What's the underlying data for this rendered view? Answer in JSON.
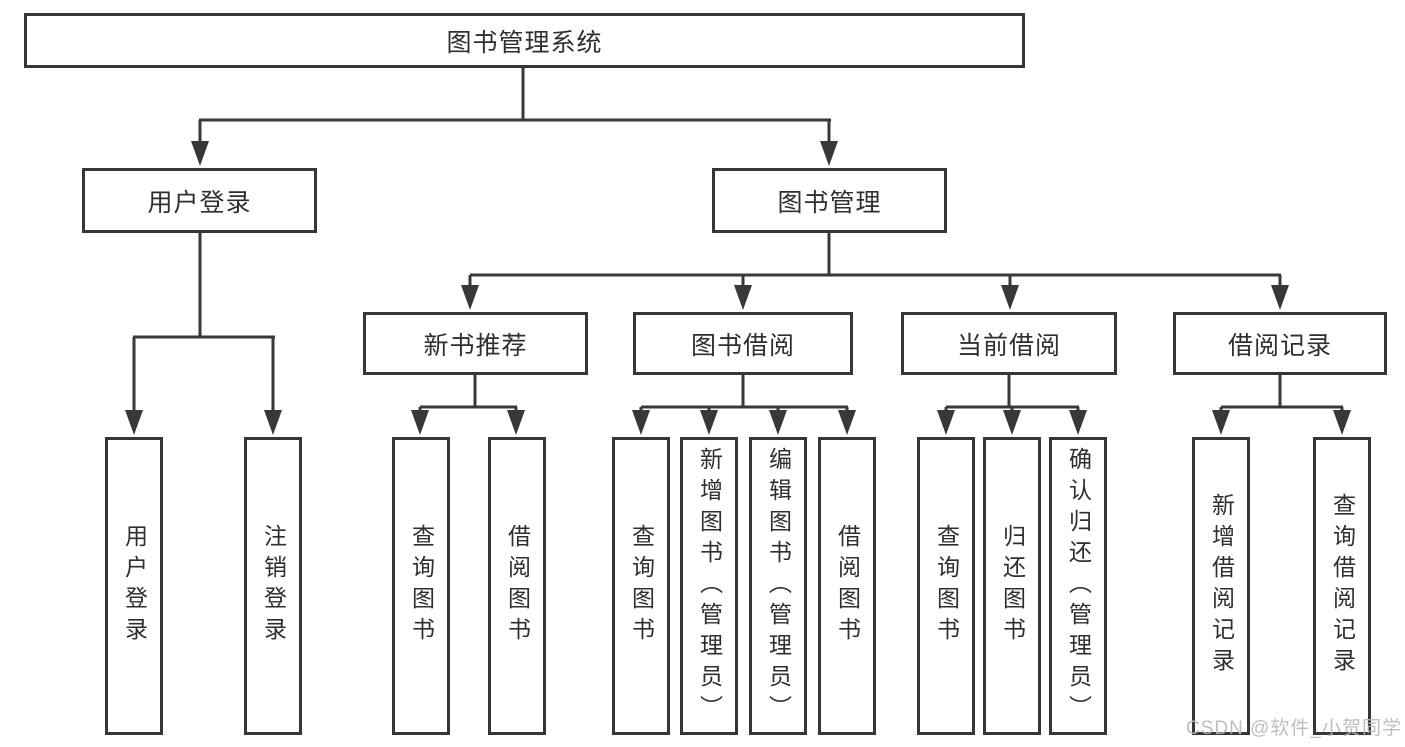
{
  "colors": {
    "line": "#383838",
    "box_border": "#363636",
    "text": "#2f2f2f",
    "watermark": "#b9b9b9",
    "background": "#ffffff"
  },
  "tree": {
    "root": {
      "label": "图书管理系统"
    },
    "branches": [
      {
        "label": "用户登录",
        "children": [
          {
            "label": "用户登录"
          },
          {
            "label": "注销登录"
          }
        ]
      },
      {
        "label": "图书管理",
        "groups": [
          {
            "label": "新书推荐",
            "children": [
              {
                "label": "查询图书"
              },
              {
                "label": "借阅图书"
              }
            ]
          },
          {
            "label": "图书借阅",
            "children": [
              {
                "label": "查询图书"
              },
              {
                "label": "新增图书（管理员）"
              },
              {
                "label": "编辑图书（管理员）"
              },
              {
                "label": "借阅图书"
              }
            ]
          },
          {
            "label": "当前借阅",
            "children": [
              {
                "label": "查询图书"
              },
              {
                "label": "归还图书"
              },
              {
                "label": "确认归还（管理员）"
              }
            ]
          },
          {
            "label": "借阅记录",
            "children": [
              {
                "label": "新增借阅记录"
              },
              {
                "label": "查询借阅记录"
              }
            ]
          }
        ]
      }
    ]
  },
  "watermark": {
    "text": "CSDN @软件_小贺同学"
  }
}
